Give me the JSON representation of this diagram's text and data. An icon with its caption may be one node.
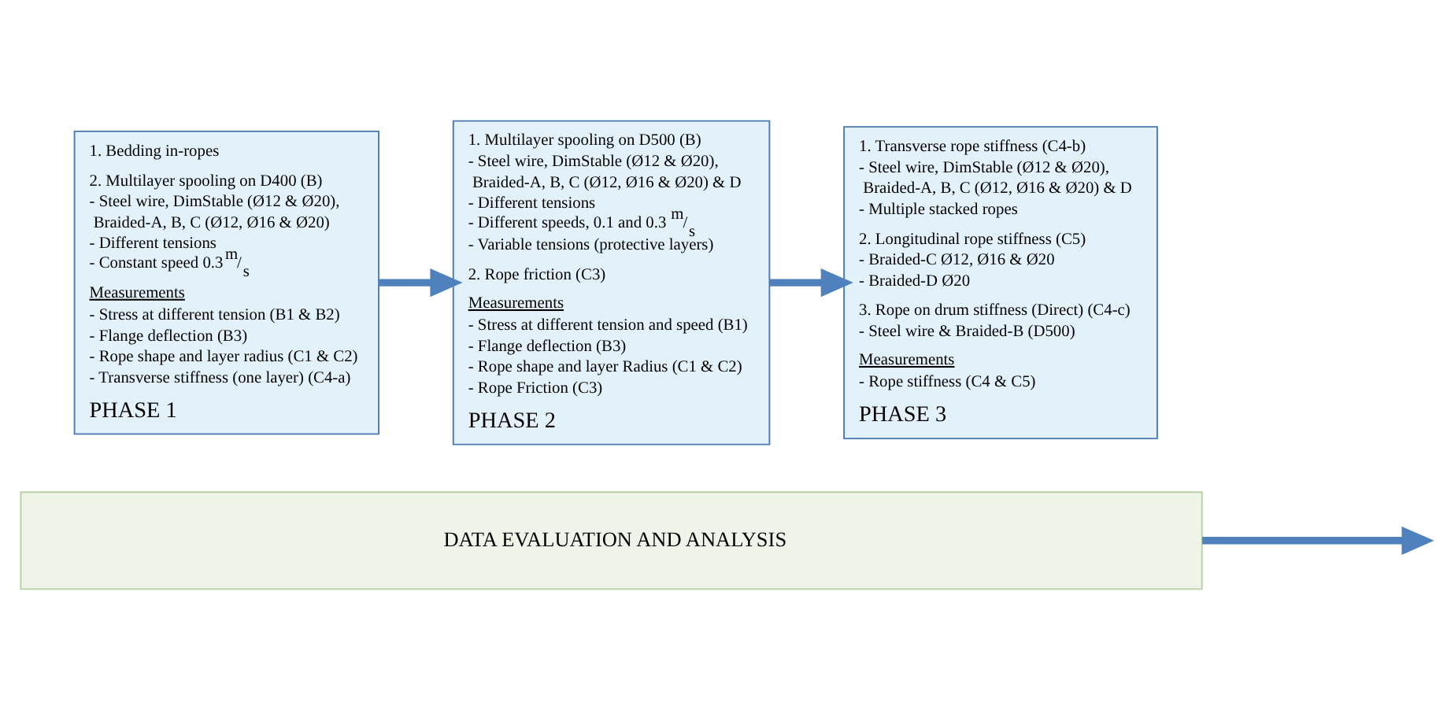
{
  "diagram": {
    "nodes": [
      {
        "text": [
          "1. Bedding in-ropes",
          "2. Multilayer spooling on D400 (B)",
          "- Steel wire, DimStable (Ø12 & Ø20), Braided-A, B, C (Ø12, Ø16 & Ø20)",
          "- Different tensions",
          "- Constant speed 0.3$^{m}$/$_{s}$",
          "Measurements",
          "- Stress at different tension (B1 & B2)",
          "- Flange deflection (B3)",
          "- Rope shape and layer radius (C1 & C2)",
          "- Transverse stiffness (one layer) (C4-a)",
          "PHASE 1"
        ]
      },
      {
        "text": [
          "1. Multilayer spooling on D500 (B)",
          "- Steel wire, DimStable (Ø12 & Ø20), Braided-A, B, C (Ø12, Ø16 & Ø20) & D",
          "- Different tensions",
          "- Different speeds, 0.1 and 0.3$^{m}$/$_{s}$",
          "- Variable tensions (protective layers)",
          "2. Rope friction (C3)",
          "Measurements",
          "- Stress at different tension and speed (B1)",
          "- Flange deflection (B3)",
          "- Rope shape and layer Radius (C1 & C2)",
          "- Rope Friction (C3)",
          "PHASE 2"
        ]
      },
      {
        "text": [
          "1. Transverse rope stiffness (C4-b)",
          "- Steel wire, DimStable (Ø12 & Ø20), Braided-A, B, C (Ø12, Ø16 & Ø20) & D",
          "- Multiple stacked ropes",
          "2. Longitudinal rope stiffness (C5)",
          "- Braided-C Ø12, Ø16 & Ø20",
          "- Braided-D Ø20",
          "3. Rope on drum stiffness (Direct) (C4-c)",
          "- Steel wire & Braided-B (D500)",
          "Measurements",
          "- Rope stiffness (C4 & C5)",
          "PHASE 3"
        ]
      },
      {
        "text": [
          "DATA EVALUATION AND ANALYSIS"
        ]
      }
    ],
    "edges": [
      {
        "from": 0,
        "to": 1,
        "arrow": "to"
      },
      {
        "from": 1,
        "to": 2,
        "arrow": "to"
      },
      {
        "from": 3,
        "to": null,
        "arrow": "to"
      }
    ]
  }
}
